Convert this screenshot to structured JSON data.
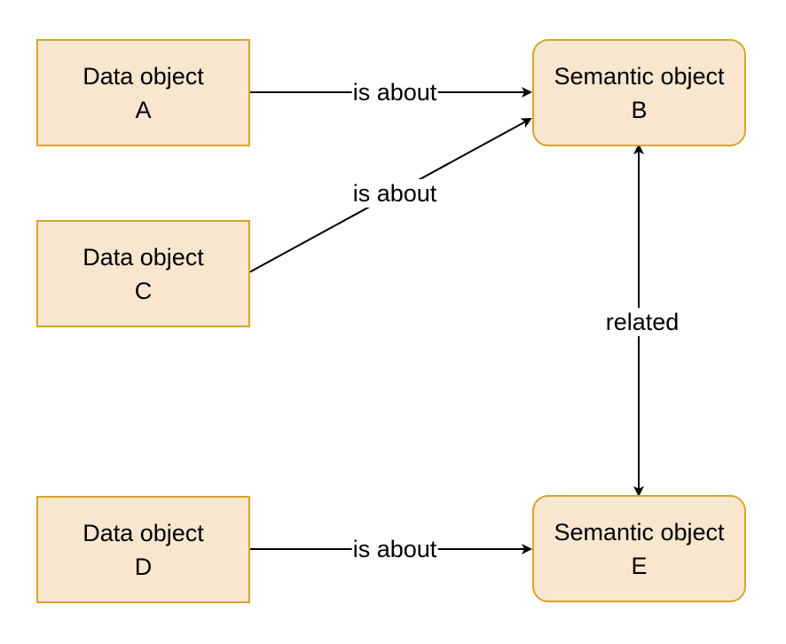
{
  "nodes": {
    "data_a": {
      "line1": "Data object",
      "line2": "A"
    },
    "data_c": {
      "line1": "Data object",
      "line2": "C"
    },
    "data_d": {
      "line1": "Data object",
      "line2": "D"
    },
    "sem_b": {
      "line1": "Semantic object",
      "line2": "B"
    },
    "sem_e": {
      "line1": "Semantic object",
      "line2": "E"
    }
  },
  "edges": {
    "a_to_b": "is about",
    "c_to_b": "is about",
    "d_to_e": "is about",
    "b_e_related": "related"
  },
  "colors": {
    "node_fill": "#f8e6cf",
    "node_border": "#d4a52a",
    "edge": "#000000"
  }
}
